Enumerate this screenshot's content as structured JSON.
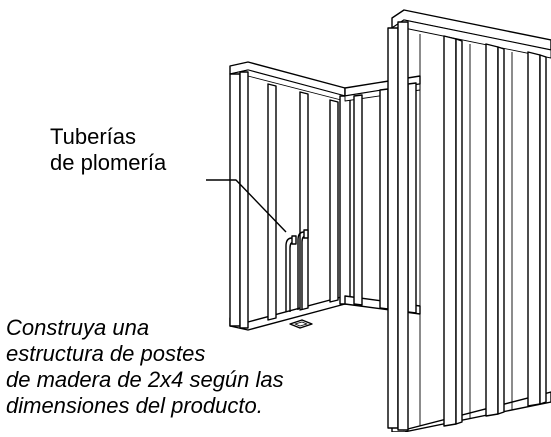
{
  "figure": {
    "plumbing_label": {
      "line1": "Tuberías",
      "line2": "de plomería"
    },
    "instruction": {
      "line1": "Construya una",
      "line2": "estructura de postes",
      "line3": "de madera de 2x4 según las",
      "line4": "dimensiones del producto."
    }
  }
}
